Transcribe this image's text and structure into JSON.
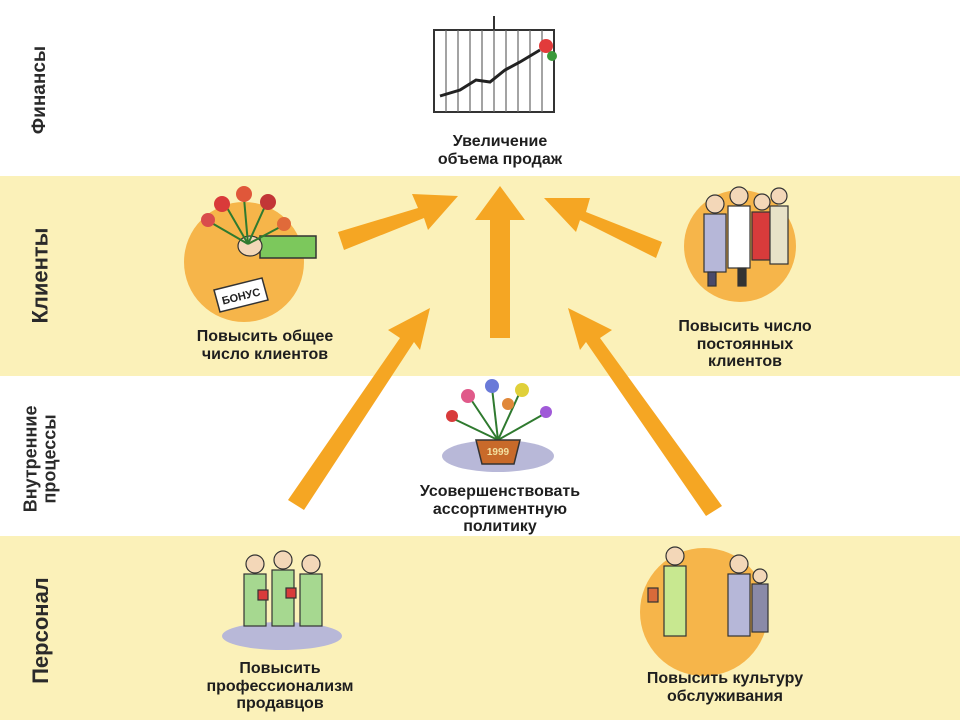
{
  "perspectives": {
    "finance": "Финансы",
    "clients": "Клиенты",
    "internal": "Внутренние\nпроцессы",
    "staff": "Персонал"
  },
  "objectives": {
    "sales_growth": "Увеличение\nобъема продаж",
    "more_clients": "Повысить общее\nчисло клиентов",
    "loyal_clients": "Повысить число\nпостоянных\nклиентов",
    "assortment": "Усовершенствовать\nассортиментную\nполитику",
    "professionalism": "Повысить\nпрофессионализм\nпродавцов",
    "service_culture": "Повысить культуру\nобслуживания"
  },
  "labels": {
    "bonus_card": "БОНУС",
    "pot_label": "1999"
  },
  "colors": {
    "band": "#fbf1b9",
    "arrow": "#f5a623",
    "circle": "#f6b54a"
  }
}
